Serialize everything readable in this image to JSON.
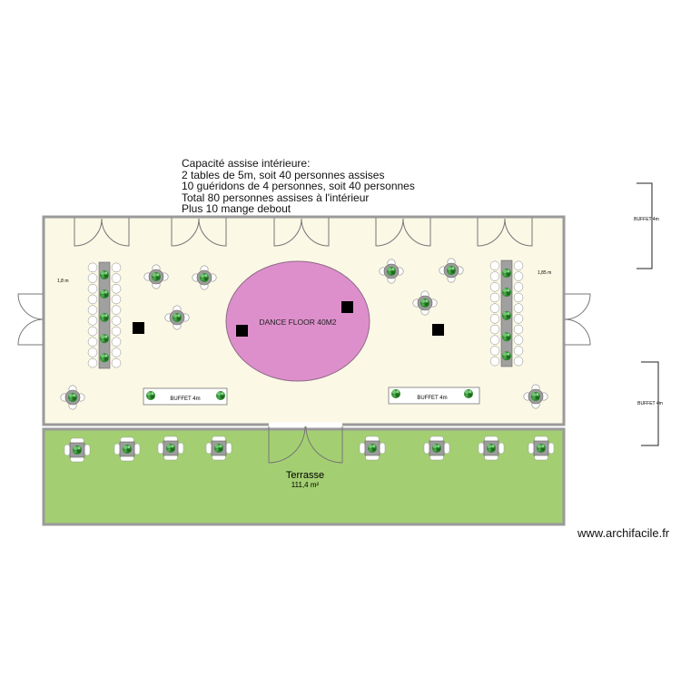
{
  "caption": [
    "Capacité assise intérieure:",
    "2 tables de 5m, soit 40 personnes assises",
    "10 guéridons de 4 personnes, soit 40 personnes",
    "Total  80 personnes assises à l'intérieur",
    "Plus 10 mange debout"
  ],
  "labels": {
    "dance_floor": "DANCE FLOOR 40M2",
    "buffet": "BUFFET 4m",
    "terrace_name": "Terrasse",
    "terrace_area": "111,4 m²",
    "dim_left": "1,8 m",
    "dim_right": "1,85 m",
    "watermark": "www.archifacile.fr"
  },
  "colors": {
    "hall_floor": "#fbf8e6",
    "terrace": "#a3cf72",
    "dance_floor": "#dd8fcb",
    "walls": "#9a9a9a",
    "plant": "#2f8a2f"
  },
  "icons": [
    "plant-icon",
    "table-icon",
    "door-swing-icon"
  ]
}
